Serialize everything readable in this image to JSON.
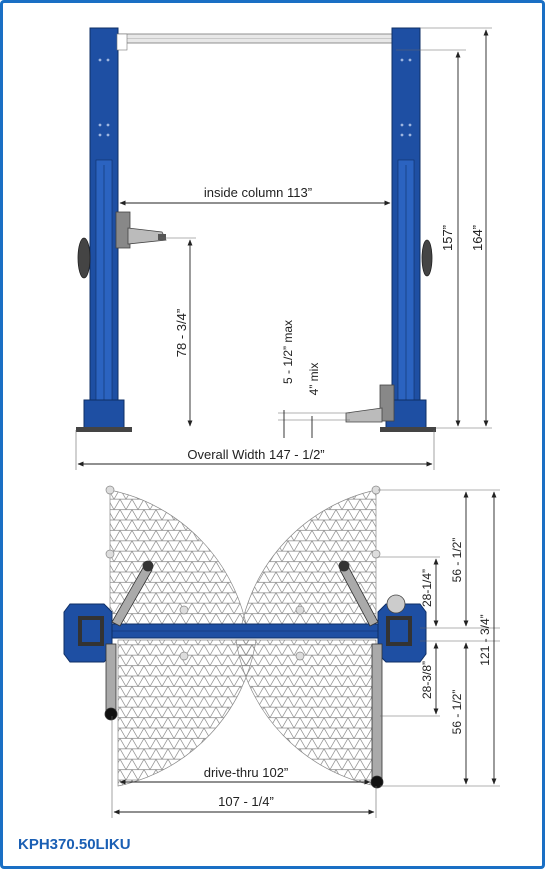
{
  "colors": {
    "frame": "#1a6fc4",
    "column": "#1e4fa3",
    "model_text": "#1a5fb4"
  },
  "front_view": {
    "inside_column": "inside column 113”",
    "pad_height": "78 - 3/4”",
    "min_height": "4” mix",
    "max_height": "5 - 1/2” max",
    "column_height": "157”",
    "overall_height": "164”",
    "overall_width": "Overall Width 147 - 1/2”"
  },
  "top_view": {
    "arm_top_short": "28-1/4”",
    "arm_top_long": "56 - 1/2”",
    "overall_arm": "121 - 3/4”",
    "arm_bottom_short": "28-3/8”",
    "arm_bottom_long": "56 - 1/2”",
    "drive_thru": "drive-thru 102”",
    "width": "107 - 1/4”"
  },
  "model": "KPH370.50LIKU"
}
